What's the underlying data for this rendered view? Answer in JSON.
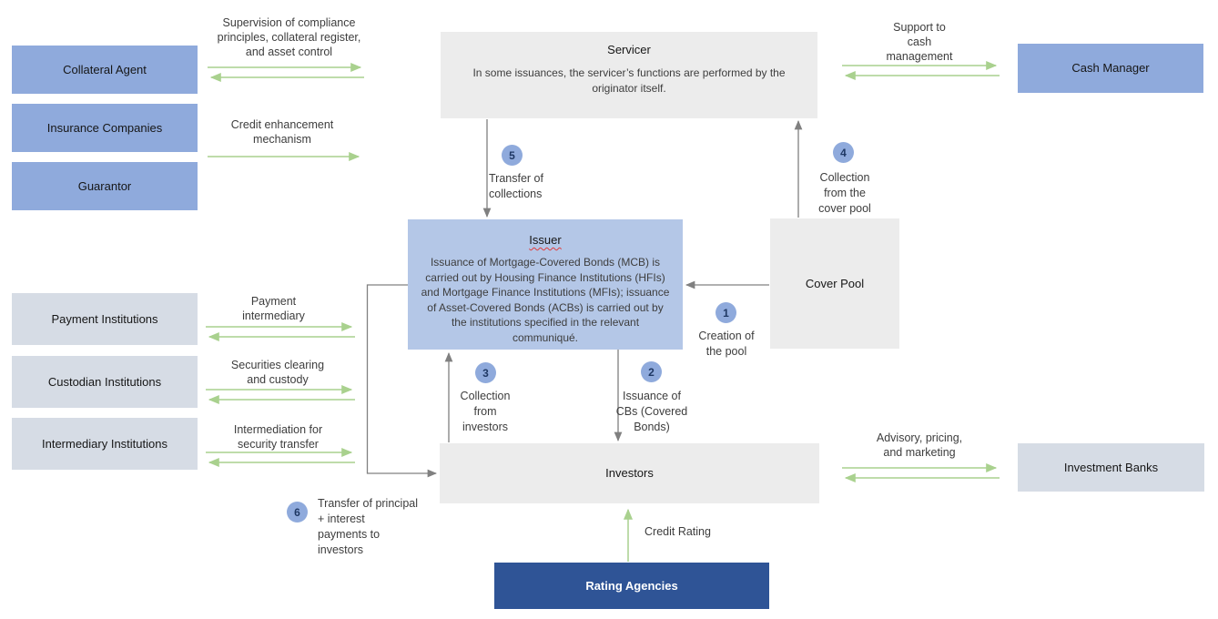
{
  "colors": {
    "entity_blue": "#8FAADC",
    "issuer_blue": "#B4C7E7",
    "institution_slate": "#D6DCE5",
    "panel_gray": "#ECECEC",
    "rating_navy": "#2F5496",
    "arrow_green": "#A9D18E",
    "arrow_gray": "#808080",
    "badge_text": "#1F3864"
  },
  "boxes": {
    "collateral_agent": {
      "label": "Collateral Agent"
    },
    "insurance_companies": {
      "label": "Insurance Companies"
    },
    "guarantor": {
      "label": "Guarantor"
    },
    "payment_institutions": {
      "label": "Payment Institutions"
    },
    "custodian_institutions": {
      "label": "Custodian Institutions"
    },
    "intermediary_institutions": {
      "label": "Intermediary Institutions"
    },
    "servicer": {
      "title": "Servicer",
      "body": "In some issuances, the servicer’s functions are performed by the originator itself."
    },
    "issuer": {
      "title": "Issuer",
      "body": "Issuance of Mortgage-Covered Bonds (MCB) is carried out by Housing Finance Institutions (HFIs) and Mortgage Finance Institutions (MFIs); issuance of Asset-Covered Bonds (ACBs) is carried out by the institutions specified in the relevant communiqué."
    },
    "cover_pool": {
      "label": "Cover Pool"
    },
    "investors": {
      "label": "Investors"
    },
    "cash_manager": {
      "label": "Cash Manager"
    },
    "investment_banks": {
      "label": "Investment Banks"
    },
    "rating_agencies": {
      "label": "Rating Agencies"
    }
  },
  "flow_labels": {
    "supervision": "Supervision of compliance\nprinciples, collateral register,\nand asset control",
    "credit_enhancement": "Credit enhancement\nmechanism",
    "support_cash": "Support to\ncash\nmanagement",
    "payment_intermediary": "Payment\nintermediary",
    "securities_clearing": "Securities clearing\nand custody",
    "intermediation": "Intermediation for\nsecurity transfer",
    "advisory": "Advisory, pricing,\nand marketing",
    "credit_rating": "Credit Rating"
  },
  "steps": {
    "step1": {
      "number": "1",
      "label": "Creation of\nthe pool"
    },
    "step2": {
      "number": "2",
      "label": "Issuance of\nCBs (Covered\nBonds)"
    },
    "step3": {
      "number": "3",
      "label": "Collection\nfrom\ninvestors"
    },
    "step4": {
      "number": "4",
      "label": "Collection\nfrom the\ncover pool"
    },
    "step5": {
      "number": "5",
      "label": "Transfer of\ncollections"
    },
    "step6": {
      "number": "6",
      "label": "Transfer of principal\n+ interest\npayments to\ninvestors"
    }
  }
}
